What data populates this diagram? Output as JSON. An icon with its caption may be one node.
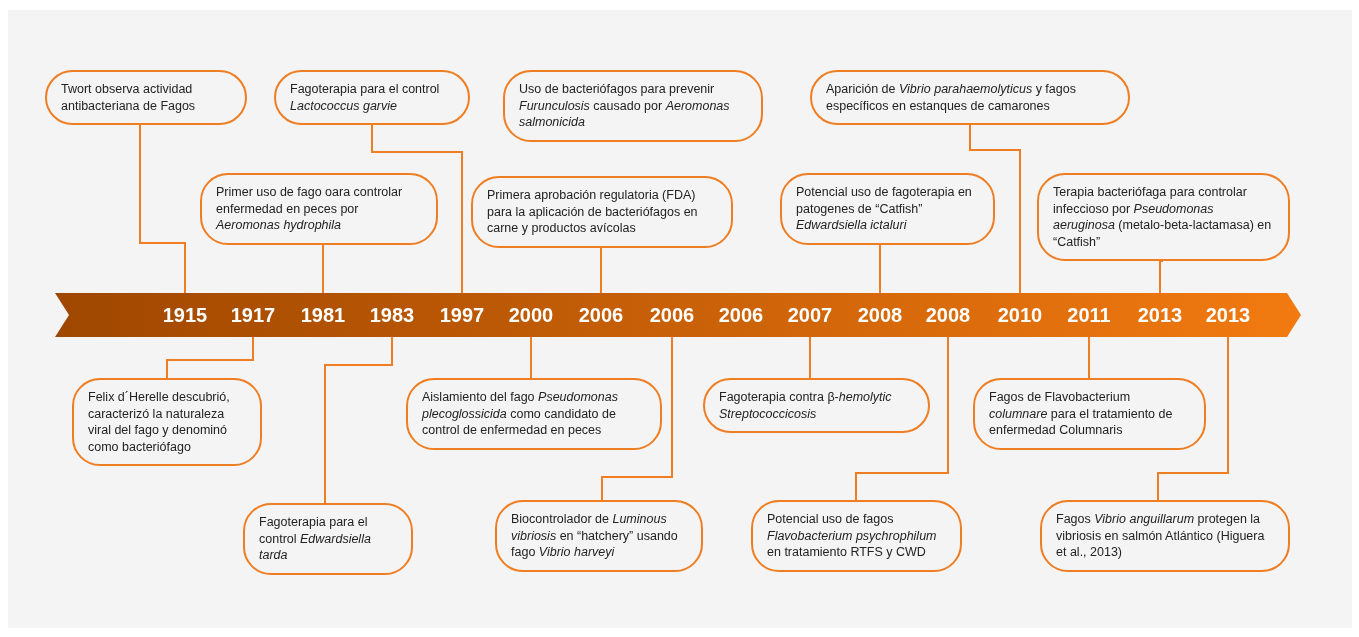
{
  "diagram": {
    "nodes": [
      {
        "text": [
          "Twort observa actividad antibacteriana de Fagos"
        ]
      },
      {
        "text": [
          "Fagoterapia para el control *Lactococcus garvie*"
        ]
      },
      {
        "text": [
          "Uso de bacteriófagos para prevenir *Furunculosis* causado por *Aeromonas salmonicida*"
        ]
      },
      {
        "text": [
          "Aparición de *Vibrio parahaemolyticus* y fagos específicos en estanques de camarones"
        ]
      },
      {
        "text": [
          "Primer uso de fago oara controlar enfermedad en peces por *Aeromonas hydrophila*"
        ]
      },
      {
        "text": [
          "Primera aprobación regulatoria (FDA) para la aplicación de bacteriófagos en carne y productos avícolas"
        ]
      },
      {
        "text": [
          "Potencial uso de fagoterapia en patogenes de “Catfish” *Edwardsiella ictaluri*"
        ]
      },
      {
        "text": [
          "Terapia bacteriófaga para controlar infeccioso por *Pseudomonas aeruginosa* (metalo-beta-lactamasa) en “Catfish”"
        ]
      },
      {
        "text": [],
        "shape": "band"
      },
      {
        "text": [
          "1915"
        ],
        "in": 8
      },
      {
        "text": [
          "1917"
        ],
        "in": 8
      },
      {
        "text": [
          "1981"
        ],
        "in": 8
      },
      {
        "text": [
          "1983"
        ],
        "in": 8
      },
      {
        "text": [
          "1997"
        ],
        "in": 8
      },
      {
        "text": [
          "2000"
        ],
        "in": 8
      },
      {
        "text": [
          "2006"
        ],
        "in": 8
      },
      {
        "text": [
          "2006"
        ],
        "in": 8
      },
      {
        "text": [
          "2006"
        ],
        "in": 8
      },
      {
        "text": [
          "2007"
        ],
        "in": 8
      },
      {
        "text": [
          "2008"
        ],
        "in": 8
      },
      {
        "text": [
          "2008"
        ],
        "in": 8
      },
      {
        "text": [
          "2010"
        ],
        "in": 8
      },
      {
        "text": [
          "2011"
        ],
        "in": 8
      },
      {
        "text": [
          "2013"
        ],
        "in": 8
      },
      {
        "text": [
          "2013"
        ],
        "in": 8
      },
      {
        "text": [
          "Felix d´Herelle descubrió, caracterizó la naturaleza viral del fago y denominó como bacteriófago"
        ]
      },
      {
        "text": [
          "Aislamiento del fago *Pseudomonas plecoglossicida* como candidato de control de enfermedad en peces"
        ]
      },
      {
        "text": [
          "Fagoterapia contra β-*hemolytic Streptococcicosis*"
        ]
      },
      {
        "text": [
          "Fagos de Flavobacterium *columnare* para el tratamiento de enfermedad Columnaris"
        ]
      },
      {
        "text": [
          "Fagoterapia para el control *Edwardsiella tarda*"
        ]
      },
      {
        "text": [
          "Biocontrolador de *Luminous vibriosis* en “hatchery” usando fago *Vibrio harveyi*"
        ]
      },
      {
        "text": [
          "Potencial uso de fagos *Flavobacterium psychrophilum* en tratamiento RTFS y CWD"
        ]
      },
      {
        "text": [
          "Fagos *Vibrio anguillarum* protegen la vibriosis en salmón Atlántico (Higuera et al., 2013)"
        ]
      }
    ],
    "edges": [
      {
        "from": 0,
        "to": 9,
        "arrow": "none"
      },
      {
        "from": 4,
        "to": 11,
        "arrow": "none"
      },
      {
        "from": 1,
        "to": 13,
        "arrow": "none"
      },
      {
        "from": 5,
        "to": 15,
        "arrow": "none"
      },
      {
        "from": 6,
        "to": 19,
        "arrow": "none"
      },
      {
        "from": 3,
        "to": 21,
        "arrow": "none"
      },
      {
        "from": 7,
        "to": 23,
        "arrow": "none"
      },
      {
        "from": 25,
        "to": 10,
        "arrow": "none"
      },
      {
        "from": 29,
        "to": 12,
        "arrow": "none"
      },
      {
        "from": 26,
        "to": 14,
        "arrow": "none"
      },
      {
        "from": 30,
        "to": 16,
        "arrow": "none"
      },
      {
        "from": 27,
        "to": 18,
        "arrow": "none"
      },
      {
        "from": 31,
        "to": 20,
        "arrow": "none"
      },
      {
        "from": 28,
        "to": 22,
        "arrow": "none"
      },
      {
        "from": 32,
        "to": 24,
        "arrow": "none"
      }
    ]
  }
}
